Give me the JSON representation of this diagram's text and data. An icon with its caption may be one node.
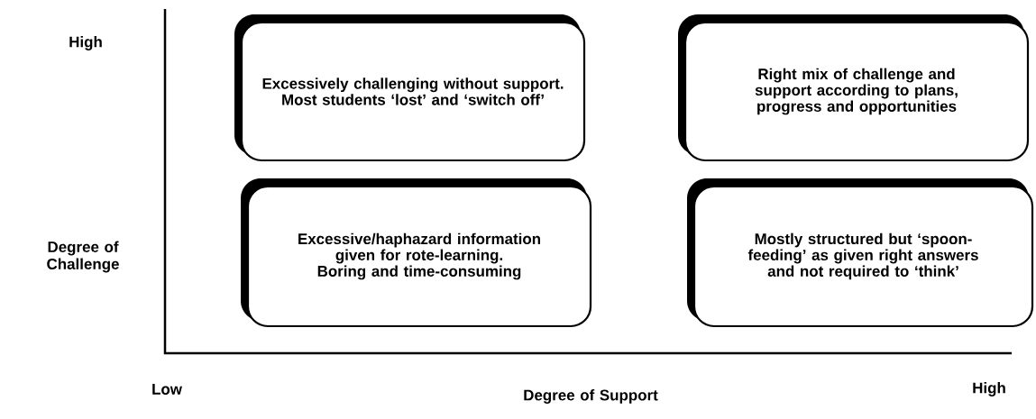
{
  "diagram": {
    "nodes": [
      {
        "text": [
          "Excessively challenging without support. Most students ‘lost’ and ‘switch off’"
        ]
      },
      {
        "text": [
          "Right mix of challenge and support according to plans, progress and opportunities"
        ]
      },
      {
        "text": [
          "Excessive/haphazard information given for rote-learning. Boring and time-consuming"
        ]
      },
      {
        "text": [
          "Mostly structured but ‘spoon-feeding’ as given right answers and not required to ‘think’"
        ]
      }
    ],
    "labels": [
      "High",
      "Degree of Challenge",
      "Low",
      "Degree of Support",
      "High"
    ]
  }
}
